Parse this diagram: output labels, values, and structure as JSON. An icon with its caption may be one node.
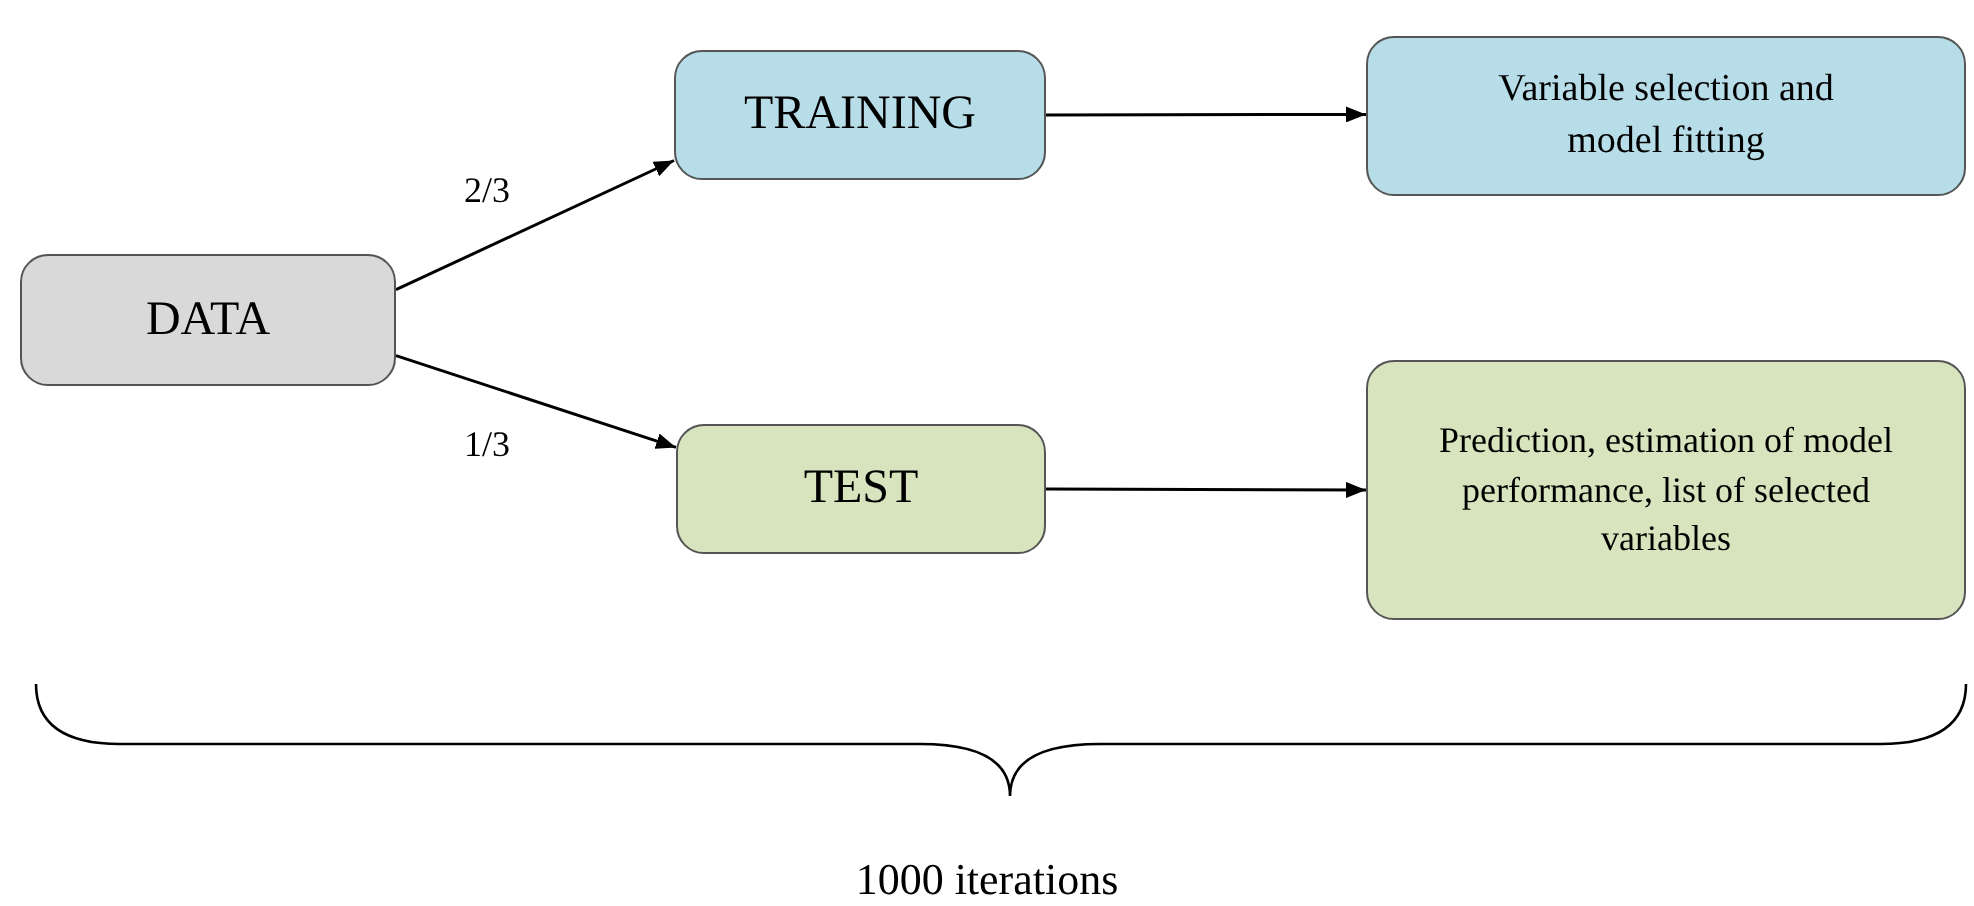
{
  "diagram": {
    "nodes": [
      {
        "text": [
          "DATA"
        ]
      },
      {
        "text": [
          "TRAINING"
        ]
      },
      {
        "text": [
          "Variable selection and model fitting"
        ]
      },
      {
        "text": [
          "TEST"
        ]
      },
      {
        "text": [
          "Prediction, estimation of model performance, list of selected variables"
        ]
      }
    ],
    "edges": [
      {
        "from": 0,
        "to": 1,
        "arrow": "to",
        "label": "2/3"
      },
      {
        "from": 0,
        "to": 3,
        "arrow": "to",
        "label": "1/3"
      },
      {
        "from": 1,
        "to": 2,
        "arrow": "to"
      },
      {
        "from": 3,
        "to": 4,
        "arrow": "to"
      }
    ],
    "labels": [
      "1000 iterations"
    ]
  }
}
